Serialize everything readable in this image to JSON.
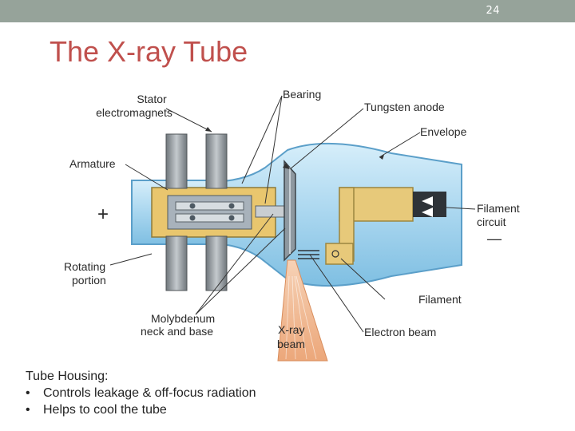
{
  "slide": {
    "number": "24",
    "title": "The X-ray Tube"
  },
  "diagram": {
    "labels": {
      "stator": [
        "Stator",
        "electromagnets"
      ],
      "bearing": "Bearing",
      "tungsten_anode": "Tungsten anode",
      "envelope": "Envelope",
      "armature": "Armature",
      "plus": "+",
      "filament_circuit": [
        "Filament",
        "circuit"
      ],
      "minus": "—",
      "rotating_portion": [
        "Rotating",
        "portion"
      ],
      "molybdenum": [
        "Molybdenum",
        "neck and base"
      ],
      "xray_beam": [
        "X-ray",
        "beam"
      ],
      "filament": "Filament",
      "electron_beam": "Electron beam"
    },
    "colors": {
      "glass": "#a9d6ef",
      "glass_edge": "#5b9fc9",
      "magnet": "#8b9196",
      "cathode": "#e7c97a",
      "beam": "#f0b488",
      "line": "#333333"
    }
  },
  "housing": {
    "heading": "Tube Housing:",
    "bullets": [
      "Controls leakage & off-focus radiation",
      "Helps to cool the tube"
    ]
  }
}
